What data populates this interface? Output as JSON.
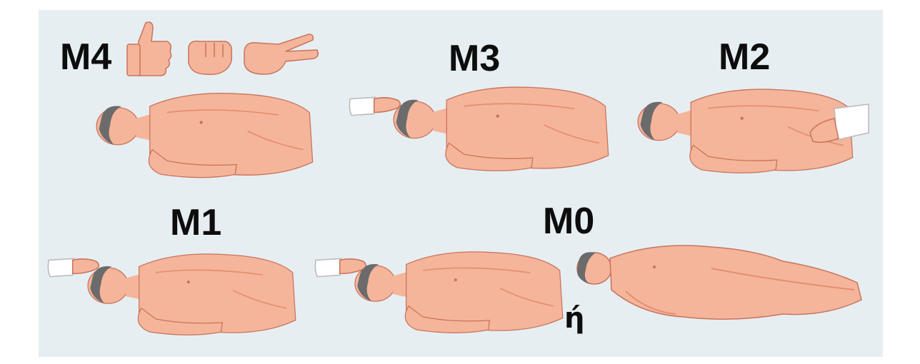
{
  "levels": {
    "m4": "M4",
    "m3": "M3",
    "m2": "M2",
    "m1": "M1",
    "m0": "M0"
  },
  "or_word": "ή",
  "colors": {
    "background": "#e6eef2",
    "skin": "#f5b59b",
    "skin_shadow": "#e48e72",
    "outline": "#c9735b",
    "hair": "#6b6b6b",
    "sleeve": "#ffffff"
  },
  "icons": [
    "thumbs-up-icon",
    "fist-icon",
    "peace-sign-icon"
  ]
}
